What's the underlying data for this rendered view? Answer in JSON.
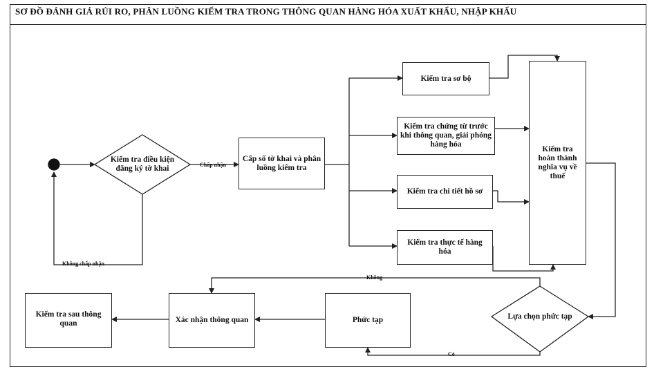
{
  "title": "SƠ ĐỒ ĐÁNH GIÁ RỦI RO, PHÂN LUỒNG KIỂM TRA TRONG THÔNG QUAN HÀNG HÓA XUẤT KHẨU, NHẬP KHẨU",
  "nodes": {
    "check_conditions": "Kiểm tra điều kiện đăng ký tờ khai",
    "issue_number": "Cấp số tờ khai và phân luồng kiểm tra",
    "preliminary_check": "Kiểm tra sơ bộ",
    "document_check_before": "Kiểm tra chứng từ trước khi thông quan, giải phóng hàng hóa",
    "detailed_file_check": "Kiểm tra chi tiết hồ sơ",
    "physical_check": "Kiểm tra thực tế hàng hóa",
    "tax_obligation_check": "Kiểm tra hoàn thành nghĩa vụ về thuế",
    "choose_complex": "Lựa chọn phức tạp",
    "complex": "Phức tạp",
    "confirm_clearance": "Xác nhận thông quan",
    "post_clearance_check": "Kiểm tra sau  thông quan"
  },
  "edge_labels": {
    "accept": "Chấp nhận",
    "not_accept": "Không chấp nhận",
    "no": "Không",
    "yes": "Có"
  }
}
